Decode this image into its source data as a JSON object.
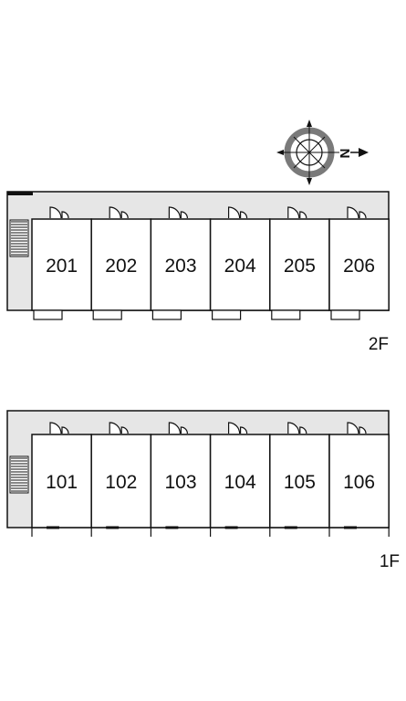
{
  "compass": {
    "label": "N"
  },
  "colors": {
    "corridor": "#e6e6e6",
    "line": "#111111",
    "compass_ring": "#7a7a7a"
  },
  "floors": [
    {
      "label": "2F",
      "units": [
        "201",
        "202",
        "203",
        "204",
        "205",
        "206"
      ]
    },
    {
      "label": "1F",
      "units": [
        "101",
        "102",
        "103",
        "104",
        "105",
        "106"
      ]
    }
  ]
}
